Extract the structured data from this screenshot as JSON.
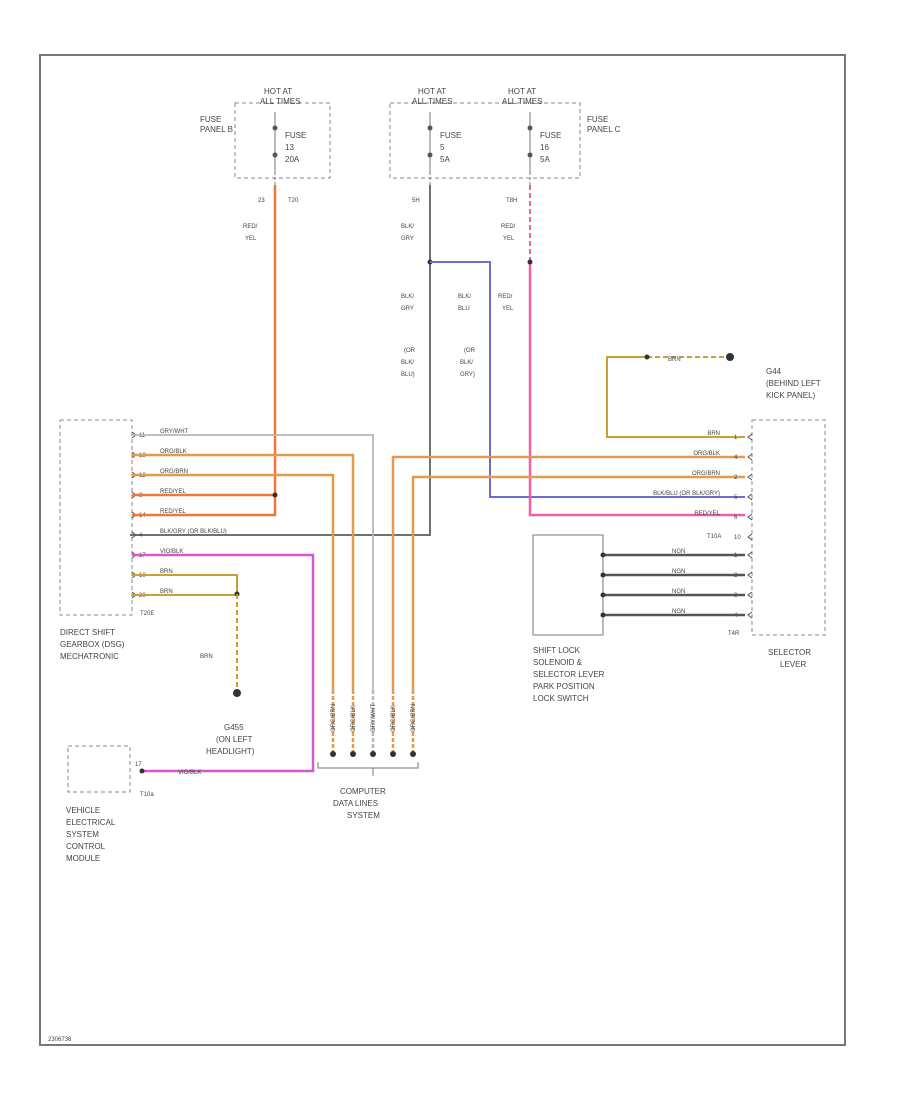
{
  "fuse_panel_b": {
    "hot_line1": "HOT AT",
    "hot_line2": "ALL TIMES",
    "panel_line1": "FUSE",
    "panel_line2": "PANEL B",
    "fuse_line1": "FUSE",
    "fuse_line2": "13",
    "fuse_line3": "20A"
  },
  "fuse_panel_c": {
    "hot1_line1": "HOT AT",
    "hot1_line2": "ALL TIMES",
    "hot2_line1": "HOT AT",
    "hot2_line2": "ALL TIMES",
    "panel_line1": "FUSE",
    "panel_line2": "PANEL C",
    "fuse1_line1": "FUSE",
    "fuse1_line2": "5",
    "fuse1_line3": "5A",
    "fuse2_line1": "FUSE",
    "fuse2_line2": "16",
    "fuse2_line3": "5A"
  },
  "pins_top": {
    "p1": "23",
    "p2": "T20",
    "p3": "5H",
    "p4": "T8H"
  },
  "wires_top": {
    "red_yel_1": "RED/",
    "red_yel_2": "YEL",
    "blk_gry_1a": "BLK/",
    "blk_gry_1b": "GRY",
    "red_yel_c1": "RED/",
    "red_yel_c2": "YEL",
    "blk_gry_2a": "BLK/",
    "blk_gry_2b": "GRY",
    "blk_blu_a": "BLK/",
    "blk_blu_b": "BLU",
    "red_yel_d1": "RED/",
    "red_yel_d2": "YEL",
    "or_a": "(OR",
    "or_b": "BLK/",
    "or_c": "BLU)",
    "or2_a": "(OR",
    "or2_b": "BLK/",
    "or2_c": "GRY)"
  },
  "ground_top": {
    "wire": "BRN",
    "l1": "G44",
    "l2": "(BEHIND LEFT",
    "l3": "KICK PANEL)"
  },
  "dsg": {
    "connector": "T20E",
    "name_l1": "DIRECT SHIFT",
    "name_l2": "GEARBOX (DSG)",
    "name_l3": "MECHATRONIC",
    "pins": [
      "11",
      "13",
      "12",
      "3",
      "14",
      "4",
      "17",
      "10",
      "20"
    ],
    "wires": [
      "GRY/WHT",
      "ORG/BLK",
      "ORG/BRN",
      "RED/YEL",
      "RED/YEL",
      "BLK/GRY (OR BLK/BLU)",
      "VIO/BLK",
      "BRN",
      "BRN"
    ]
  },
  "selector": {
    "connector1": "T10A",
    "connector2": "T4R",
    "name_l1": "SELECTOR",
    "name_l2": "LEVER",
    "pins1": [
      "1",
      "4",
      "2",
      "5",
      "6",
      "10"
    ],
    "wires1": [
      "BRN",
      "ORG/BLK",
      "ORG/BRN",
      "BLK/BLU (OR BLK/GRY)",
      "RED/YEL",
      ""
    ],
    "pins2": [
      "1",
      "2",
      "3",
      "4"
    ],
    "wires2": [
      "NGN",
      "NGN",
      "NGN",
      "NGN"
    ]
  },
  "shift_lock": {
    "l1": "SHIFT LOCK",
    "l2": "SOLENOID &",
    "l3": "SELECTOR LEVER",
    "l4": "PARK POSITION",
    "l5": "LOCK SWITCH"
  },
  "ground_left": {
    "wire": "BRN",
    "l1": "G455",
    "l2": "(ON LEFT",
    "l3": "HEADLIGHT)"
  },
  "vesc": {
    "connector": "T10a",
    "pin": "17",
    "wire": "VIO/BLK",
    "l1": "VEHICLE",
    "l2": "ELECTRICAL",
    "l3": "SYSTEM",
    "l4": "CONTROL",
    "l5": "MODULE"
  },
  "can": {
    "wires": [
      "ORG/BRN",
      "ORG/BLK",
      "GRY/WHT",
      "ORG/BLK",
      "ORG/BRN",
      "ORG/BRN"
    ],
    "l1": "COMPUTER",
    "l2": "DATA LINES",
    "l3": "SYSTEM"
  },
  "footer": {
    "code": "2306736"
  },
  "colors": {
    "red_yel": "#f2763c",
    "pink": "#f05fa8",
    "gray": "#707070",
    "blue": "#6c6ad8",
    "orange": "#e39a4c",
    "brown": "#c9a038",
    "violet": "#d457d6",
    "dark": "#555555"
  }
}
